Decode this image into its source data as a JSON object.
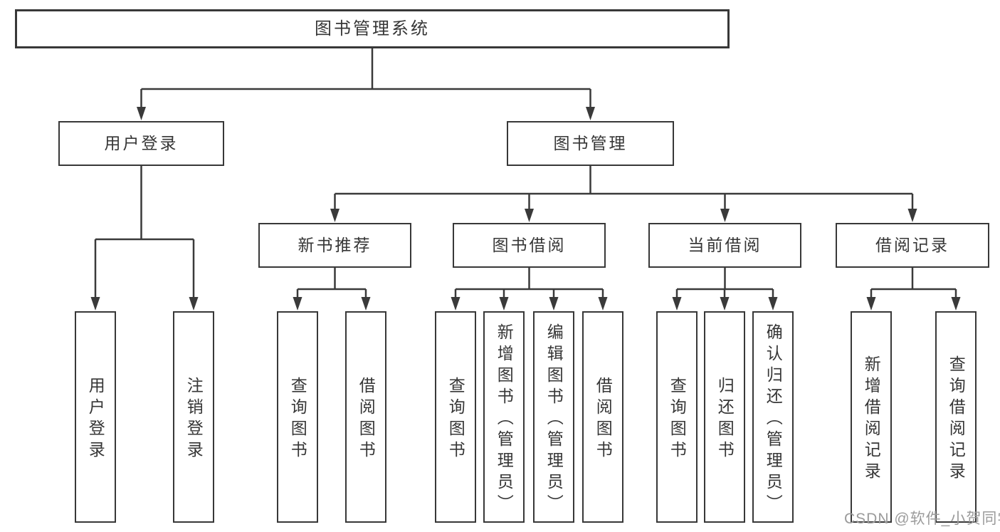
{
  "tree": {
    "root": {
      "label": "图书管理系统",
      "children": [
        {
          "label": "用户登录",
          "children": [
            {
              "label": "用户登录"
            },
            {
              "label": "注销登录"
            }
          ]
        },
        {
          "label": "图书管理",
          "children": [
            {
              "label": "新书推荐",
              "children": [
                {
                  "label": "查询图书"
                },
                {
                  "label": "借阅图书"
                }
              ]
            },
            {
              "label": "图书借阅",
              "children": [
                {
                  "label": "查询图书"
                },
                {
                  "label": "新增图书（管理员）"
                },
                {
                  "label": "编辑图书（管理员）"
                },
                {
                  "label": "借阅图书"
                }
              ]
            },
            {
              "label": "当前借阅",
              "children": [
                {
                  "label": "查询图书"
                },
                {
                  "label": "归还图书"
                },
                {
                  "label": "确认归还（管理员）"
                }
              ]
            },
            {
              "label": "借阅记录",
              "children": [
                {
                  "label": "新增借阅记录"
                },
                {
                  "label": "查询借阅记录"
                }
              ]
            }
          ]
        }
      ]
    }
  },
  "watermark": {
    "text": "CSDN @软件_小贺同学"
  },
  "colors": {
    "line": "#3a3a3a",
    "box_border": "#383838",
    "text": "#363636",
    "watermark": "#9b9b9b",
    "background": "#ffffff"
  }
}
